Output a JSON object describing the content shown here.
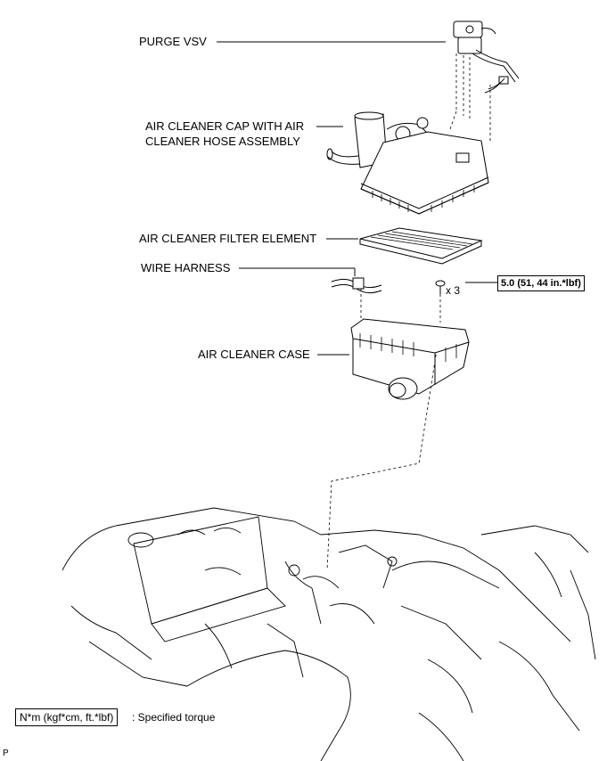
{
  "labels": {
    "purge_vsv": "PURGE VSV",
    "air_cleaner_cap_line1": "AIR CLEANER CAP WITH AIR",
    "air_cleaner_cap_line2": "CLEANER HOSE ASSEMBLY",
    "filter_element": "AIR CLEANER FILTER ELEMENT",
    "wire_harness": "WIRE HARNESS",
    "air_cleaner_case": "AIR CLEANER CASE"
  },
  "torque": {
    "value": "5.0 (51, 44 in.*lbf)",
    "quantity": "x 3"
  },
  "legend": {
    "unit": "N*m (kgf*cm, ft.*lbf)",
    "description": ": Specified torque"
  },
  "corner_code": "P"
}
